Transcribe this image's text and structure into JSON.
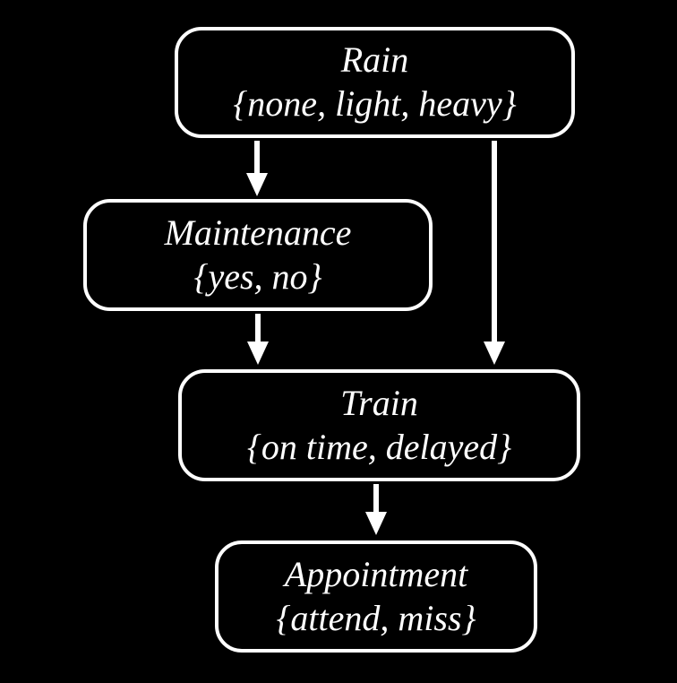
{
  "nodes": [
    {
      "id": "rain",
      "name": "Rain",
      "values": "{none, light, heavy}"
    },
    {
      "id": "maintenance",
      "name": "Maintenance",
      "values": "{yes, no}"
    },
    {
      "id": "train",
      "name": "Train",
      "values": "{on time, delayed}"
    },
    {
      "id": "appointment",
      "name": "Appointment",
      "values": "{attend, miss}"
    }
  ],
  "edges": [
    {
      "from": "rain",
      "to": "maintenance"
    },
    {
      "from": "rain",
      "to": "train"
    },
    {
      "from": "maintenance",
      "to": "train"
    },
    {
      "from": "train",
      "to": "appointment"
    }
  ],
  "colors": {
    "background": "#000000",
    "node_border": "#ffffff",
    "text": "#ffffff",
    "arrow": "#ffffff"
  }
}
